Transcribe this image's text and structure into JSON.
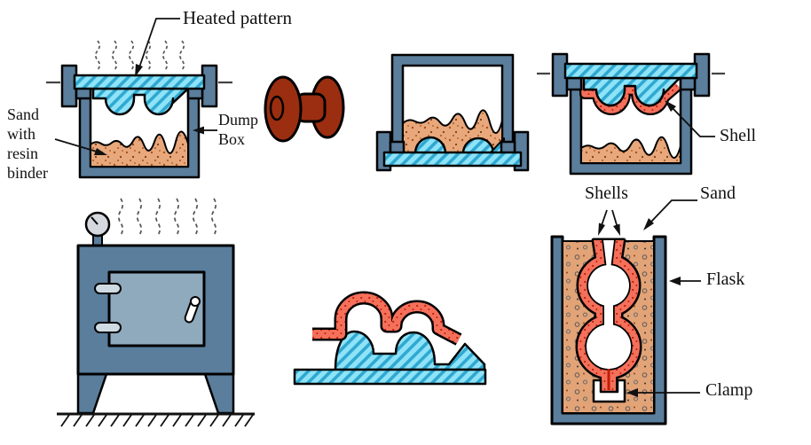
{
  "figure": {
    "labels": {
      "heated_pattern": "Heated pattern",
      "sand_with_resin_binder": "Sand with resin binder",
      "dump_box": "Dump Box",
      "shell": "Shell",
      "shells": "Shells",
      "sand": "Sand",
      "flask": "Flask",
      "clamp": "Clamp"
    },
    "colors": {
      "container_blue": "#5a7e9c",
      "oven_door_blue": "#8fa9bd",
      "pattern_cyan": "#8ee3f8",
      "pattern_hatch_blue": "#2fa8d0",
      "sand_tan": "#e8a87c",
      "flask_sand_tan": "#e2a377",
      "shell_red": "#f4705b",
      "shell_dot_red": "#c11d06",
      "cast_part_dark_red": "#9b2e10",
      "outline": "#000000"
    }
  }
}
